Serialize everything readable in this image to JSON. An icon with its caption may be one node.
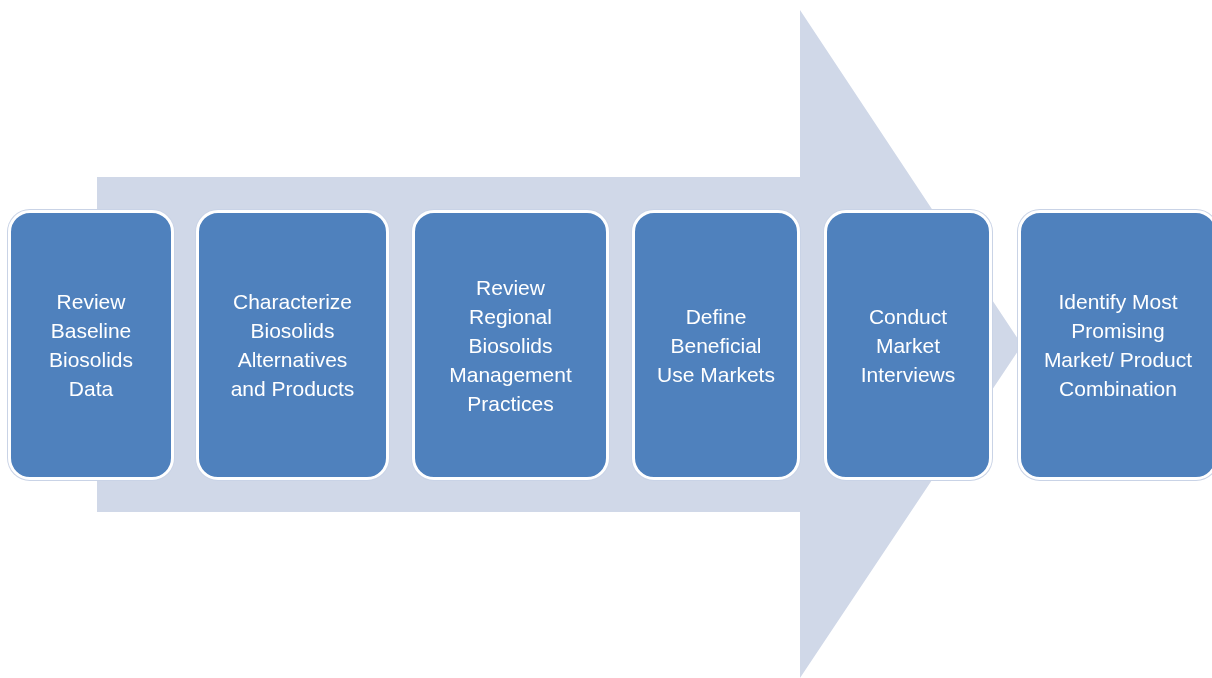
{
  "diagram": {
    "nodes": [
      {
        "text": [
          "Review Baseline Biosolids Data"
        ]
      },
      {
        "text": [
          "Characterize Biosolids Alternatives and Products"
        ]
      },
      {
        "text": [
          "Review Regional Biosolids Management Practices"
        ]
      },
      {
        "text": [
          "Define Beneficial Use Markets"
        ]
      },
      {
        "text": [
          "Conduct Market Interviews"
        ]
      },
      {
        "text": [
          "Identify Most Promising Market/ Product Combination"
        ]
      }
    ],
    "edges": [
      {
        "from": 0,
        "to": 5,
        "arrow": "to",
        "style": "thick",
        "color": "#d0d8e8"
      }
    ]
  }
}
